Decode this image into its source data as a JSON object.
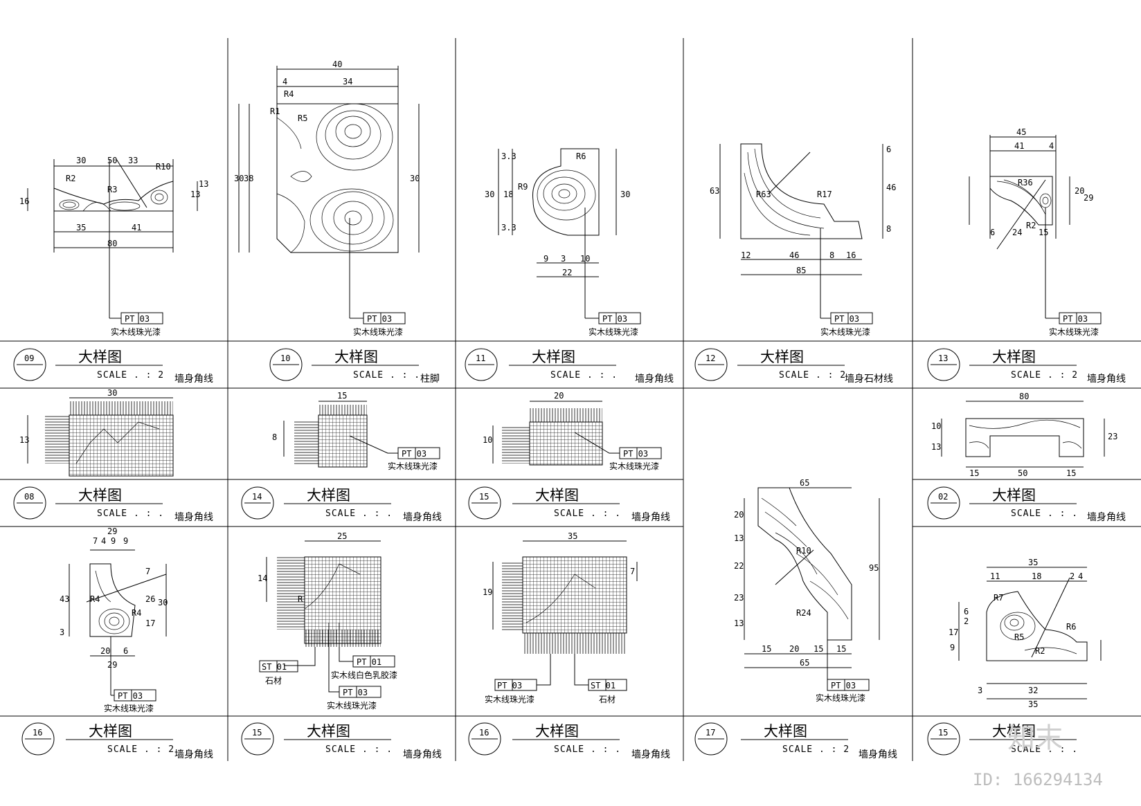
{
  "sheet": {
    "watermark": {
      "brand": "知末",
      "id": "ID: 166294134"
    },
    "details": [
      {
        "num": "09",
        "title": "大样图",
        "scale": "SCALE . : 2",
        "note": "墙身角线",
        "tag": "PT 03",
        "material": "实木线珠光漆",
        "dims": [
          "30",
          "50",
          "33",
          "16",
          "35",
          "41",
          "80",
          "13",
          "13",
          "R2",
          "R3",
          "R10"
        ]
      },
      {
        "num": "10",
        "title": "大样图",
        "scale": "SCALE . : .",
        "note": "柱脚",
        "tag": "PT 03",
        "material": "实木线珠光漆",
        "dims": [
          "40",
          "34",
          "4",
          "R1",
          "R4",
          "R5",
          "30",
          "38",
          "30"
        ]
      },
      {
        "num": "11",
        "title": "大样图",
        "scale": "SCALE . : .",
        "note": "墙身角线",
        "tag": "PT 03",
        "material": "实木线珠光漆",
        "dims": [
          "30",
          "18",
          "3.3",
          "3.3",
          "30",
          "9",
          "3",
          "10",
          "22",
          "R9",
          "R6"
        ]
      },
      {
        "num": "12",
        "title": "大样图",
        "scale": "SCALE . : 2",
        "note": "墙身石材线",
        "tag": "PT 03",
        "material": "实木线珠光漆",
        "dims": [
          "63",
          "6",
          "46",
          "8",
          "12",
          "46",
          "8",
          "16",
          "85",
          "R63",
          "R17"
        ]
      },
      {
        "num": "13",
        "title": "大样图",
        "scale": "SCALE . : 2",
        "note": "墙身角线",
        "tag": "PT 03",
        "material": "实木线珠光漆",
        "dims": [
          "45",
          "41",
          "4",
          "20",
          "29",
          "6",
          "24",
          "15",
          "R36",
          "R2"
        ]
      },
      {
        "num": "08",
        "title": "大样图",
        "scale": "SCALE . : .",
        "note": "墙身角线",
        "dims": [
          "30",
          "13"
        ]
      },
      {
        "num": "14",
        "title": "大样图",
        "scale": "SCALE . : .",
        "note": "墙身角线",
        "tag": "PT 03",
        "material": "实木线珠光漆",
        "dims": [
          "15",
          "8"
        ]
      },
      {
        "num": "15",
        "title": "大样图",
        "scale": "SCALE . : .",
        "note": "墙身角线",
        "tag": "PT 03",
        "material": "实木线珠光漆",
        "dims": [
          "20",
          "10"
        ]
      },
      {
        "num": "02",
        "title": "大样图",
        "scale": "SCALE . : .",
        "note": "墙身角线",
        "dims": [
          "80",
          "10",
          "13",
          "15",
          "50",
          "15",
          "23"
        ]
      },
      {
        "num": "16",
        "title": "大样图",
        "scale": "SCALE . : 2",
        "note": "墙身角线",
        "tag": "PT 03",
        "material": "实木线珠光漆",
        "dims": [
          "29",
          "7",
          "4",
          "9",
          "9",
          "43",
          "7",
          "26",
          "30",
          "17",
          "3",
          "20",
          "6",
          "29",
          "R4",
          "R4"
        ]
      },
      {
        "num": "15",
        "title": "大样图",
        "scale": "SCALE . : .",
        "note": "墙身角线",
        "tags": [
          "ST 01",
          "PT 01",
          "PT 03"
        ],
        "materials": [
          "石材",
          "实木线白色乳胶漆",
          "实木线珠光漆"
        ],
        "dims": [
          "25",
          "14",
          "R"
        ]
      },
      {
        "num": "16",
        "title": "大样图",
        "scale": "SCALE . : .",
        "note": "墙身角线",
        "tags": [
          "PT 03",
          "ST 01"
        ],
        "materials": [
          "实木线珠光漆",
          "石材"
        ],
        "dims": [
          "35",
          "19",
          "7"
        ]
      },
      {
        "num": "17",
        "title": "大样图",
        "scale": "SCALE . : 2",
        "note": "墙身角线",
        "tag": "PT 03",
        "material": "实木线珠光漆",
        "dims": [
          "65",
          "20",
          "13",
          "22",
          "23",
          "13",
          "95",
          "15",
          "20",
          "15",
          "15",
          "65",
          "R10",
          "R24"
        ]
      },
      {
        "num": "15",
        "title": "大样图",
        "scale": "SCALE . : .",
        "note": "",
        "dims": [
          "35",
          "11",
          "18",
          "2",
          "4",
          "17",
          "6",
          "2",
          "9",
          "3",
          "32",
          "35",
          "R7",
          "R6",
          "R5",
          "R2"
        ]
      }
    ]
  }
}
